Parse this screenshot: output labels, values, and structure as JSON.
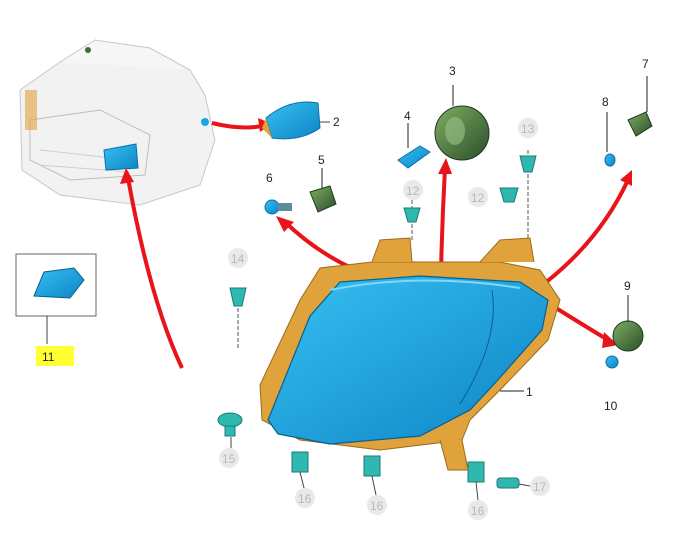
{
  "callouts": {
    "c1": "1",
    "c2": "2",
    "c3": "3",
    "c4": "4",
    "c5": "5",
    "c6": "6",
    "c7": "7",
    "c8": "8",
    "c9": "9",
    "c10": "10",
    "c11": "11",
    "c12a": "12",
    "c12b": "12",
    "c13": "13",
    "c14": "14",
    "c15": "15",
    "c16a": "16",
    "c16b": "16",
    "c16c": "16",
    "c17": "17"
  },
  "highlighted_callout": "11",
  "colors": {
    "lens_blue": "#1aa6e0",
    "housing_orange": "#e0a23a",
    "bulb_green": "#3f6b3c",
    "pointer_red": "#e8141a",
    "clip_teal": "#2fb8b0",
    "highlight_yellow": "#ffff33"
  }
}
